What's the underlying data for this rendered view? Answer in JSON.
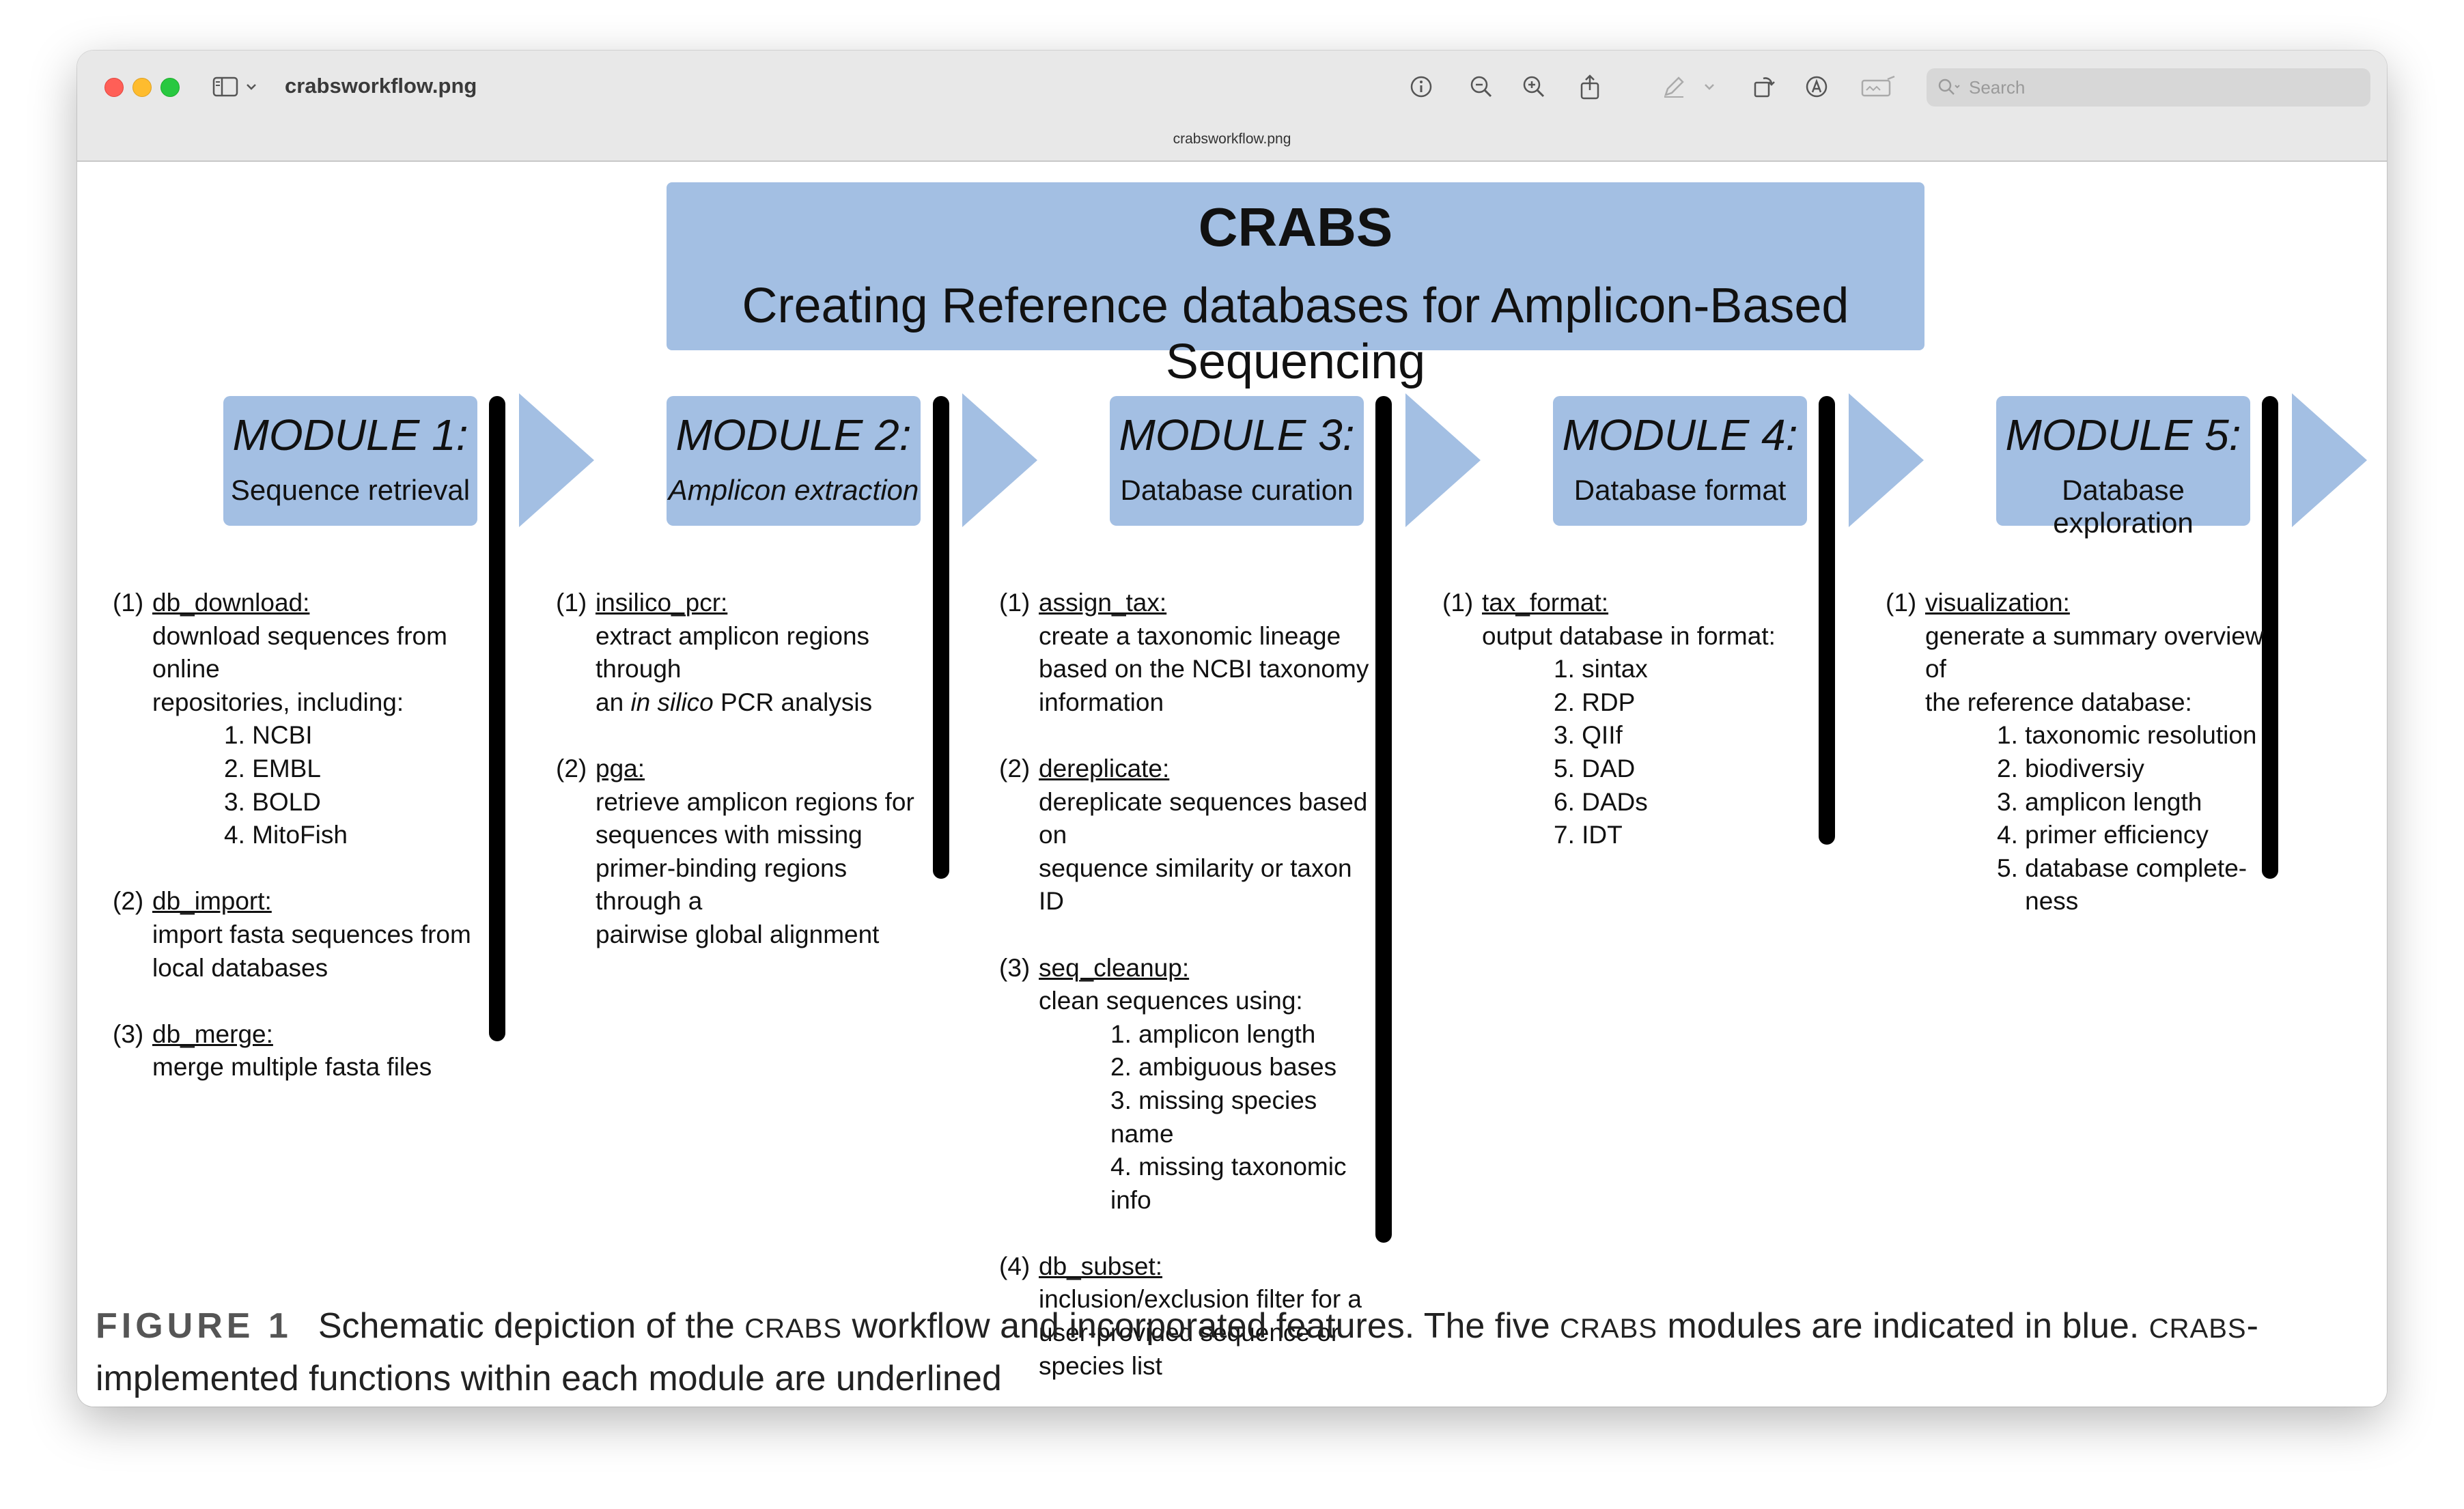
{
  "window": {
    "title": "crabsworkflow.png",
    "tab_title": "crabsworkflow.png",
    "search_placeholder": "Search",
    "toolbar_icons": [
      "sidebar-icon",
      "chevron-down-icon",
      "info-icon",
      "zoom-out-icon",
      "zoom-in-icon",
      "share-icon",
      "markup-pen-icon",
      "chevron-down-icon",
      "rotate-icon",
      "markup-icon",
      "signature-icon"
    ]
  },
  "figure": {
    "title": "CRABS",
    "subtitle": "Creating Reference databases for Amplicon-Based Sequencing",
    "colors": {
      "module_fill": "#a3bfe3",
      "bar": "#000000"
    },
    "modules": [
      {
        "name": "MODULE 1:",
        "subtitle": "Sequence retrieval",
        "functions": [
          {
            "num": "(1)",
            "name": "db_download:",
            "desc": [
              "download sequences from online",
              "repositories, including:"
            ],
            "items": [
              "1. NCBI",
              "2. EMBL",
              "3. BOLD",
              "4. MitoFish"
            ]
          },
          {
            "num": "(2)",
            "name": "db_import:",
            "desc": [
              "import fasta sequences from",
              "local databases"
            ],
            "items": []
          },
          {
            "num": "(3)",
            "name": "db_merge:",
            "desc": [
              "merge multiple fasta files"
            ],
            "items": []
          }
        ]
      },
      {
        "name": "MODULE 2:",
        "subtitle": "Amplicon extraction",
        "functions": [
          {
            "num": "(1)",
            "name": "insilico_pcr:",
            "desc": [
              "extract amplicon regions through"
            ],
            "desc_insilico": {
              "pre": "an ",
              "it": "in silico",
              "post": " PCR analysis"
            },
            "items": []
          },
          {
            "num": "(2)",
            "name": "pga:",
            "desc": [
              "retrieve amplicon regions for",
              "sequences with missing",
              "primer-binding regions through a",
              "pairwise global alignment"
            ],
            "items": []
          }
        ]
      },
      {
        "name": "MODULE 3:",
        "subtitle": "Database curation",
        "functions": [
          {
            "num": "(1)",
            "name": "assign_tax:",
            "desc": [
              "create a taxonomic lineage",
              "based on the NCBI taxonomy",
              "information"
            ],
            "items": []
          },
          {
            "num": "(2)",
            "name": "dereplicate:",
            "desc": [
              "dereplicate sequences based on",
              "sequence similarity or taxon ID"
            ],
            "items": []
          },
          {
            "num": "(3)",
            "name": "seq_cleanup:",
            "desc": [
              "clean sequences using:"
            ],
            "items": [
              "1. amplicon length",
              "2. ambiguous bases",
              "3. missing species name",
              "4. missing taxonomic info"
            ]
          },
          {
            "num": "(4)",
            "name": "db_subset:",
            "desc": [
              "inclusion/exclusion filter for a",
              "user-provided sequence or",
              "species list"
            ],
            "items": []
          }
        ]
      },
      {
        "name": "MODULE 4:",
        "subtitle": "Database format",
        "functions": [
          {
            "num": "(1)",
            "name": "tax_format:",
            "desc": [
              "output database in format:"
            ],
            "items": [
              "1. sintax",
              "2. RDP",
              "3. QIIf",
              "5. DAD",
              "6. DADs",
              "7. IDT"
            ]
          }
        ]
      },
      {
        "name": "MODULE 5:",
        "subtitle": "Database exploration",
        "functions": [
          {
            "num": "(1)",
            "name": "visualization:",
            "desc": [
              "generate a summary overview of",
              "the reference database:"
            ],
            "items": [
              "1. taxonomic resolution",
              "2. biodiversiy",
              "3. amplicon length",
              "4. primer efficiency",
              "5. database complete-",
              "    ness"
            ]
          }
        ]
      }
    ],
    "caption": {
      "label": "FIGURE 1",
      "t1": "Schematic depiction of the ",
      "sc1": "CRABS",
      "t2": " workflow and incorporated features. The five ",
      "sc2": "CRABS",
      "t3": " modules are indicated in blue. ",
      "sc3": "CRABS",
      "t4": "-implemented functions within each module are underlined"
    }
  }
}
